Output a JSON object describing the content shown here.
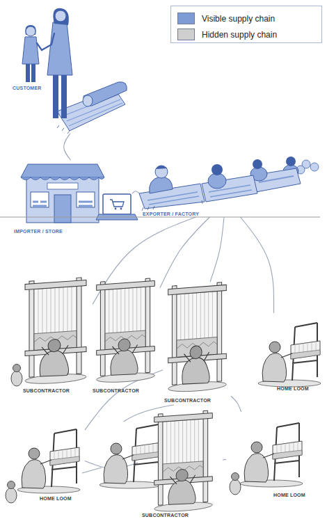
{
  "diagram": {
    "nodes": [
      {
        "text": [
          "CUSTOMER"
        ]
      },
      {
        "text": [
          "IMPORTER / STORE"
        ]
      },
      {
        "text": [
          "EXPORTER / FACTORY"
        ]
      },
      {
        "text": [
          "SUBCONTRACTOR"
        ]
      },
      {
        "text": [
          "SUBCONTRACTOR"
        ]
      },
      {
        "text": [
          "SUBCONTRACTOR"
        ]
      },
      {
        "text": [
          "HOME LOOM"
        ]
      },
      {
        "text": [
          "HOME LOOM"
        ]
      },
      {
        "text": [
          "SUBCONTRACTOR"
        ]
      },
      {
        "text": [
          "HOME LOOM"
        ]
      }
    ],
    "edges": [
      {
        "from": 0,
        "to": 1,
        "arrow": "none"
      },
      {
        "from": 1,
        "to": 2,
        "arrow": "none"
      },
      {
        "from": 2,
        "to": 3,
        "arrow": "none"
      },
      {
        "from": 2,
        "to": 4,
        "arrow": "none"
      },
      {
        "from": 2,
        "to": 5,
        "arrow": "none"
      },
      {
        "from": 2,
        "to": 6,
        "arrow": "none"
      },
      {
        "from": 5,
        "to": 7,
        "arrow": "none"
      },
      {
        "from": 5,
        "to": 9,
        "arrow": "none"
      },
      {
        "from": 7,
        "to": 8,
        "arrow": "none"
      },
      {
        "from": 8,
        "to": 9,
        "arrow": "none"
      }
    ],
    "legend": [
      {
        "text": "Visible supply chain",
        "color": "#7e9bd6"
      },
      {
        "text": "Hidden supply chain",
        "color": "#cfcfcf"
      }
    ]
  }
}
